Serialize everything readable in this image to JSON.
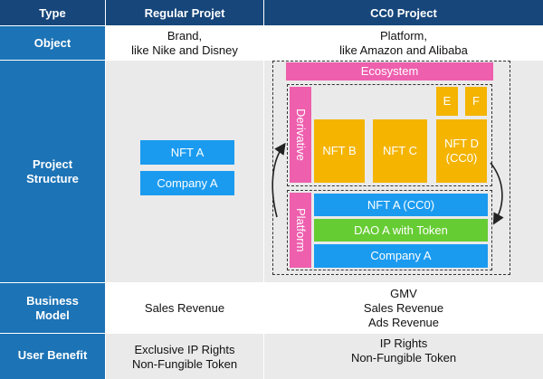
{
  "header": {
    "type": "Type",
    "regular": "Regular Projet",
    "cc0": "CC0 Project"
  },
  "rows": {
    "object": {
      "label": "Object",
      "regular": "Brand,\nlike Nike and Disney",
      "cc0": "Platform,\nlike Amazon and Alibaba"
    },
    "structure": {
      "label": "Project\nStructure"
    },
    "business": {
      "label": "Business\nModel",
      "regular": "Sales Revenue",
      "cc0": "GMV\nSales Revenue\nAds Revenue"
    },
    "benefit": {
      "label": "User Benefit",
      "regular": "Exclusive IP Rights\nNon-Fungible Token",
      "cc0": "IP Rights\nNon-Fungible Token"
    }
  },
  "regular_structure": {
    "nft": "NFT A",
    "company": "Company A"
  },
  "cc0_structure": {
    "ecosystem": "Ecosystem",
    "derivative": "Derivative",
    "platform": "Platform",
    "e": "E",
    "f": "F",
    "nft_b": "NFT B",
    "nft_c": "NFT C",
    "nft_d": "NFT D\n(CC0)",
    "nft_a": "NFT A (CC0)",
    "dao": "DAO A with Token",
    "company": "Company A"
  },
  "colors": {
    "header": "#16467a",
    "row_label": "#1c73b6",
    "blue": "#1b9bf0",
    "pink": "#ee5fae",
    "orange": "#f4b400",
    "green": "#66cc33"
  }
}
